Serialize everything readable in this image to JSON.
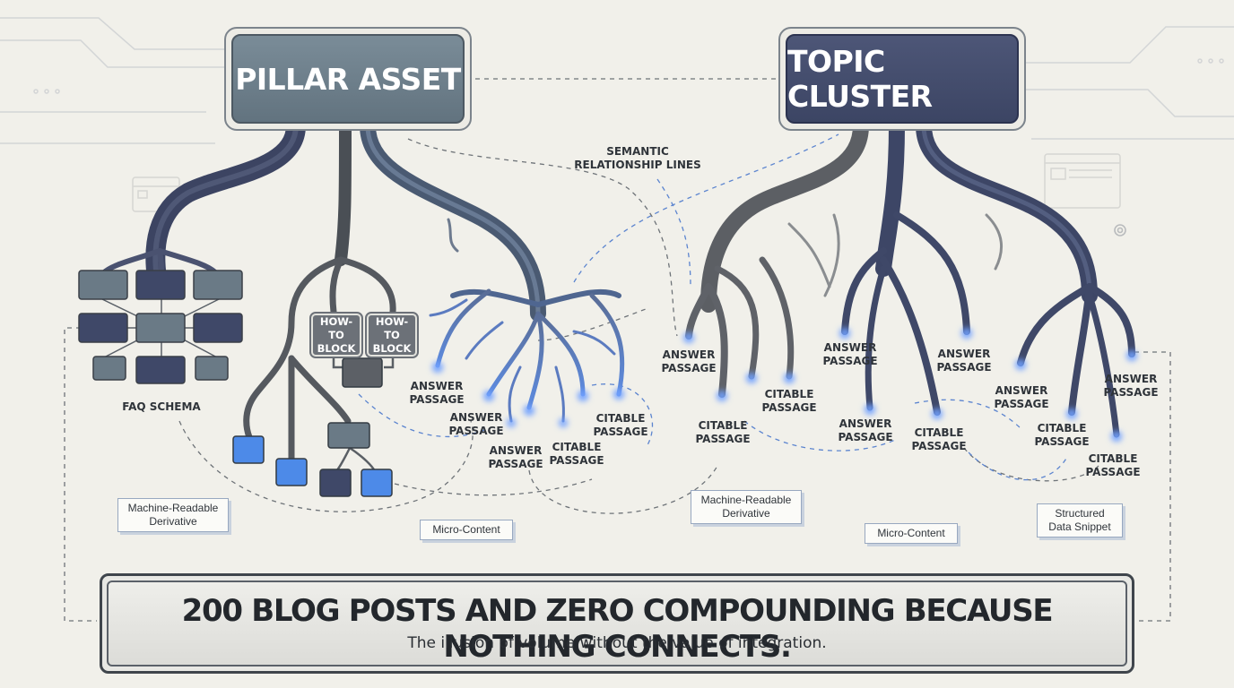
{
  "headers": {
    "pillar": "PILLAR ASSET",
    "topic": "TOPIC CLUSTER"
  },
  "semantic_label": "SEMANTIC\nRELATIONSHIP LINES",
  "faq_label": "FAQ SCHEMA",
  "howto_block": "HOW-TO\nBLOCK",
  "answer_passage": "ANSWER\nPASSAGE",
  "citable_passage": "CITABLE\nPASSAGE",
  "notes": {
    "machine_readable": "Machine-Readable\nDerivative",
    "micro_content": "Micro-Content",
    "structured_data": "Structured\nData Snippet"
  },
  "banner": {
    "headline": "200 BLOG POSTS AND ZERO COMPOUNDING BECAUSE NOTHING CONNECTS.",
    "subline": "The illusion of volume without the value of integration."
  },
  "colors": {
    "slate": "#6a7a86",
    "navy": "#3f4868",
    "glow_blue": "#5d8be0",
    "gray": "#62666c",
    "dash": "#6e7378"
  },
  "icons": [
    "gear-icon",
    "broken-link-icon",
    "chip-circuit-icon",
    "webpage-icon"
  ]
}
